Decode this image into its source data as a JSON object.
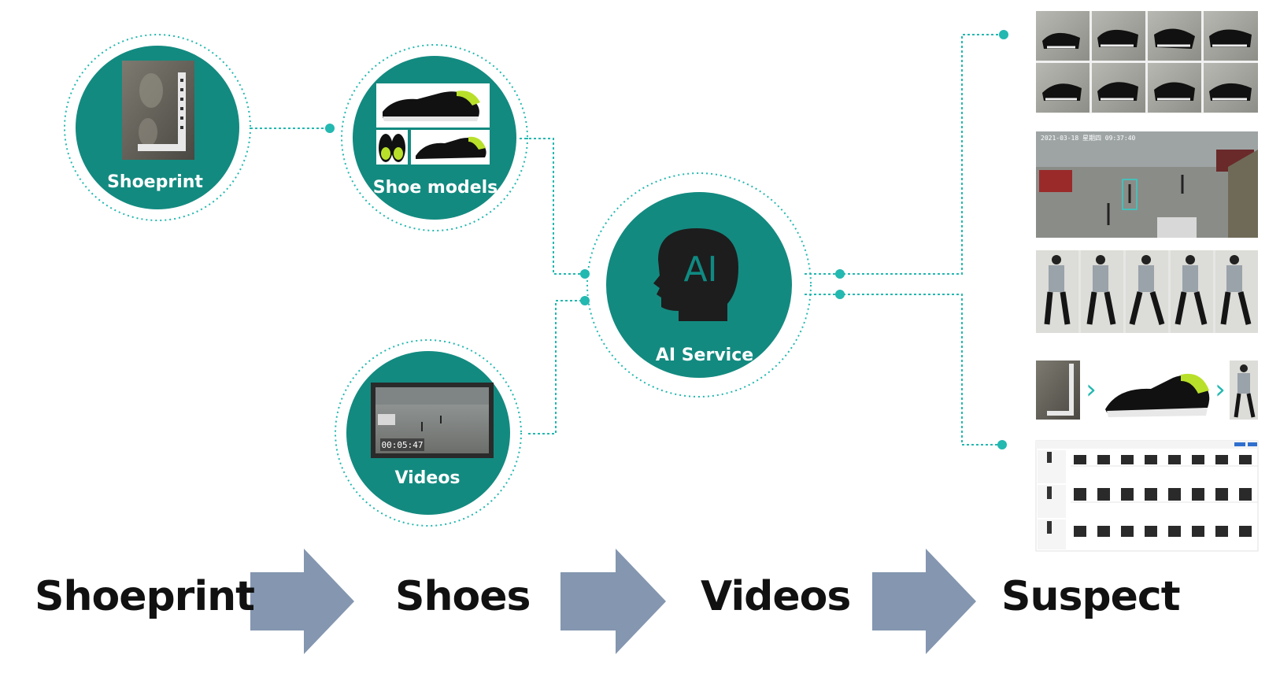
{
  "colors": {
    "teal": "#138a80",
    "dot": "#23b8b0",
    "arrow": "#8496b0",
    "text": "#111111"
  },
  "nodes": {
    "shoeprint": {
      "label": "Shoeprint"
    },
    "shoe_models": {
      "label": "Shoe models"
    },
    "ai_service": {
      "label": "AI Service",
      "icon_text": "AI"
    },
    "videos": {
      "label": "Videos",
      "timestamp": "00:05:47"
    }
  },
  "flow": {
    "steps": [
      "Shoeprint",
      "Shoes",
      "Videos",
      "Suspect"
    ]
  },
  "results": {
    "camera_overlay": "2021-03-18 星期四 09:37:40"
  }
}
